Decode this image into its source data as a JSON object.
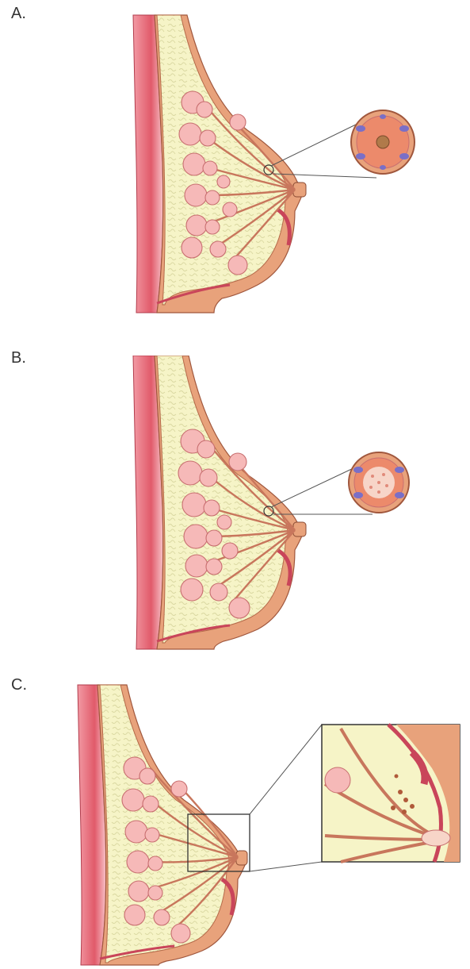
{
  "panels": [
    {
      "label": "A.",
      "callout": "acinus-circle-plain"
    },
    {
      "label": "B.",
      "callout": "acinus-circle-filled"
    },
    {
      "label": "C.",
      "callout": "duct-zoom-box"
    }
  ],
  "colors": {
    "skin": "#e8a27b",
    "skin_light": "#f3c3a3",
    "fat": "#f6f4c7",
    "fat_squiggle": "#d9d7a0",
    "muscle": "#e15a6a",
    "muscle_light": "#f29aa4",
    "lobule": "#f6b9b8",
    "lobule_edge": "#c86f70",
    "duct": "#c8765c",
    "acinus_purple": "#7a6fc7",
    "outline": "#444444"
  }
}
